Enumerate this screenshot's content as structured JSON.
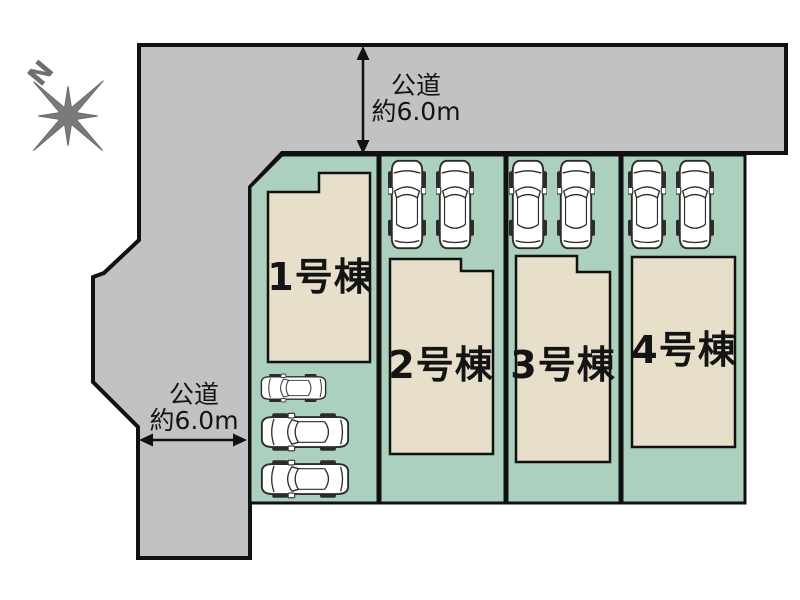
{
  "compass": {
    "label": "N"
  },
  "roads": {
    "top": {
      "name": "公道",
      "width_label": "約6.0m"
    },
    "left": {
      "name": "公道",
      "width_label": "約6.0m"
    }
  },
  "lots": [
    {
      "id": 1,
      "building_label": "1号棟",
      "parked_cars": 3
    },
    {
      "id": 2,
      "building_label": "2号棟",
      "parked_cars": 2
    },
    {
      "id": 3,
      "building_label": "3号棟",
      "parked_cars": 2
    },
    {
      "id": 4,
      "building_label": "4号棟",
      "parked_cars": 2
    }
  ],
  "colors": {
    "road_gray": "#c2c2c4",
    "lot_green": "#abd0bd",
    "building_beige": "#e7dfca",
    "outline": "#111111",
    "compass_gray": "#7a7a7a"
  }
}
